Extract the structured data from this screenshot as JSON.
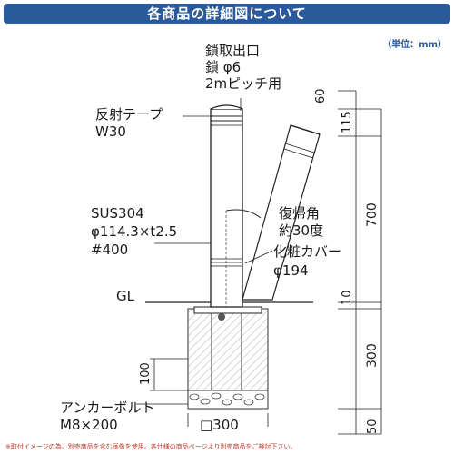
{
  "header": {
    "title": "各商品の詳細図について",
    "unit_note": "（単位：mm）"
  },
  "labels": {
    "chain_outlet": [
      "鎖取出口",
      "鎖 φ6",
      "2mピッチ用"
    ],
    "reflective_tape": [
      "反射テープ",
      "W30"
    ],
    "material": [
      "SUS304",
      "φ114.3×t2.5",
      "#400"
    ],
    "return_angle": [
      "復帰角",
      "約30度"
    ],
    "cover": [
      "化粧カバー",
      "φ194"
    ],
    "gl": "GL",
    "anchor_bolt": [
      "アンカーボルト",
      "M8×200"
    ],
    "base_size": "□300"
  },
  "dimensions": {
    "d60": "60",
    "d115": "115",
    "d700": "700",
    "d10": "10",
    "d300": "300",
    "d100": "100",
    "d50": "50"
  },
  "colors": {
    "header_bg": "#2a5a9c",
    "footnote": "#c0392b"
  },
  "footnote": "※取付イメージの為、別売商品を含む画像を使用。各仕様の商品ページより別売商品をご検討下さい。"
}
